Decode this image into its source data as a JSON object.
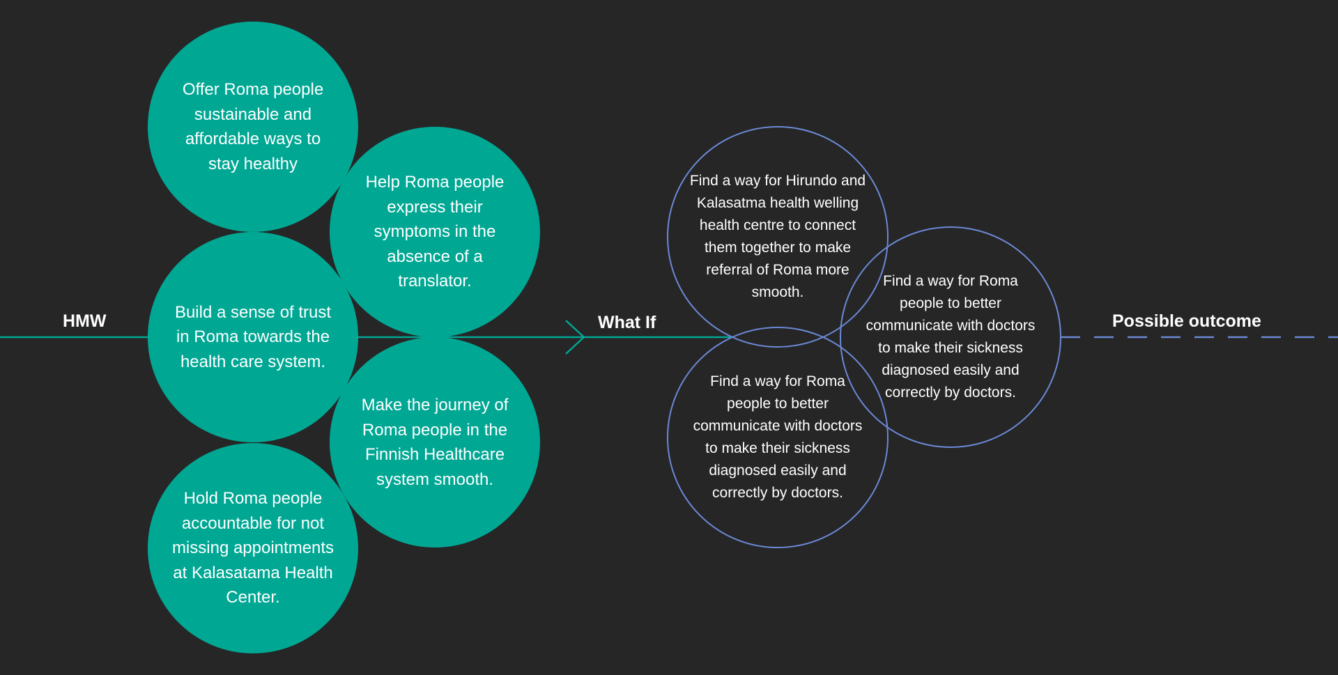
{
  "stages": {
    "hmw": "HMW",
    "what_if": "What If",
    "outcome": "Possible outcome"
  },
  "hmw_ideas": [
    "Offer Roma people sustainable and affordable ways to stay healthy",
    "Help Roma people express their symptoms in the absence of a translator.",
    "Build a sense of trust in Roma towards the health care system.",
    "Make the journey of Roma people in the Finnish Healthcare system smooth.",
    "Hold Roma people accountable for not missing appointments at Kalasatama Health Center."
  ],
  "what_if_ideas": [
    "Find a way for Hirundo and Kalasatma health welling health centre to connect them together to make referral of Roma more smooth.",
    "Find a way for Roma people to better communicate with doctors to make their sickness diagnosed easily and correctly by doctors.",
    "Find a way for Roma people to better communicate with doctors to make their sickness diagnosed easily and correctly by doctors."
  ],
  "colors": {
    "background": "#262627",
    "teal": "#00a894",
    "blue_outline": "#6c89d6",
    "text": "#ffffff"
  }
}
